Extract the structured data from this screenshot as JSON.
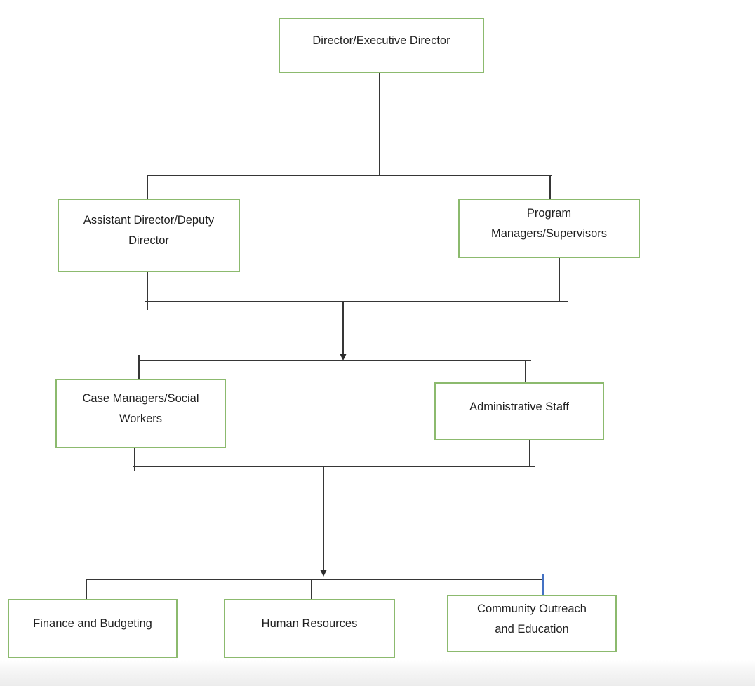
{
  "diagram": {
    "type": "org-chart",
    "nodes": [
      {
        "id": "director",
        "label": "Director/Executive Director"
      },
      {
        "id": "assistant-director",
        "label": "Assistant Director/Deputy\nDirector"
      },
      {
        "id": "program-managers",
        "label": "Program\nManagers/Supervisors"
      },
      {
        "id": "case-managers",
        "label": "Case Managers/Social\nWorkers"
      },
      {
        "id": "administrative-staff",
        "label": "Administrative Staff"
      },
      {
        "id": "finance",
        "label": "Finance and Budgeting"
      },
      {
        "id": "human-resources",
        "label": "Human Resources"
      },
      {
        "id": "community-outreach",
        "label": "Community Outreach\nand Education"
      }
    ],
    "edges": [
      {
        "from": "director",
        "to": "assistant-director",
        "arrow": false
      },
      {
        "from": "director",
        "to": "program-managers",
        "arrow": false
      },
      {
        "from": "assistant-director",
        "to": "case-managers",
        "arrow": true
      },
      {
        "from": "assistant-director",
        "to": "administrative-staff",
        "arrow": true
      },
      {
        "from": "program-managers",
        "to": "case-managers",
        "arrow": true
      },
      {
        "from": "program-managers",
        "to": "administrative-staff",
        "arrow": true
      },
      {
        "from": "case-managers",
        "to": "finance",
        "arrow": true
      },
      {
        "from": "case-managers",
        "to": "human-resources",
        "arrow": true
      },
      {
        "from": "case-managers",
        "to": "community-outreach",
        "arrow": true
      },
      {
        "from": "administrative-staff",
        "to": "finance",
        "arrow": true
      },
      {
        "from": "administrative-staff",
        "to": "human-resources",
        "arrow": true
      },
      {
        "from": "administrative-staff",
        "to": "community-outreach",
        "arrow": true
      }
    ],
    "colors": {
      "node_border": "#8CBA6E",
      "node_fill": "#FFFFFF",
      "text": "#1F1F1F",
      "connector": "#363636",
      "connector_accent_blue": "#4472C4"
    }
  }
}
